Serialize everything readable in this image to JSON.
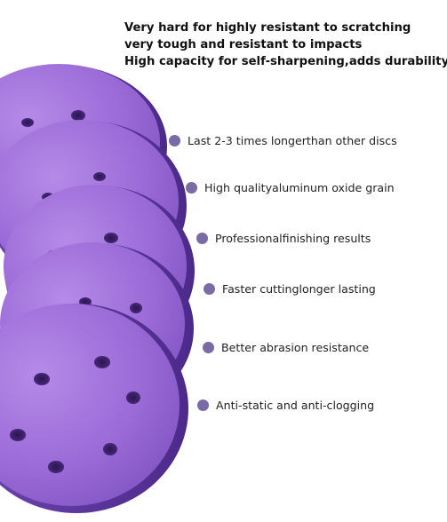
{
  "headline": {
    "line1": "Very hard for highly resistant to scratching",
    "line2": "very tough and resistant to impacts",
    "line3": "High capacity for self-sharpening,adds durability"
  },
  "features": [
    {
      "text": "Last 2-3 times longerthan other discs"
    },
    {
      "text": "High qualityaluminum oxide grain"
    },
    {
      "text": "Professionalfinishing results"
    },
    {
      "text": "Faster cuttinglonger lasting"
    },
    {
      "text": "Better abrasion resistance"
    },
    {
      "text": "Anti-static and anti-clogging"
    }
  ],
  "colors": {
    "disc": "#9a6ad6",
    "disc_shadow": "#5e3aa0",
    "bullet": "#7a6aa6",
    "text": "#222222"
  }
}
